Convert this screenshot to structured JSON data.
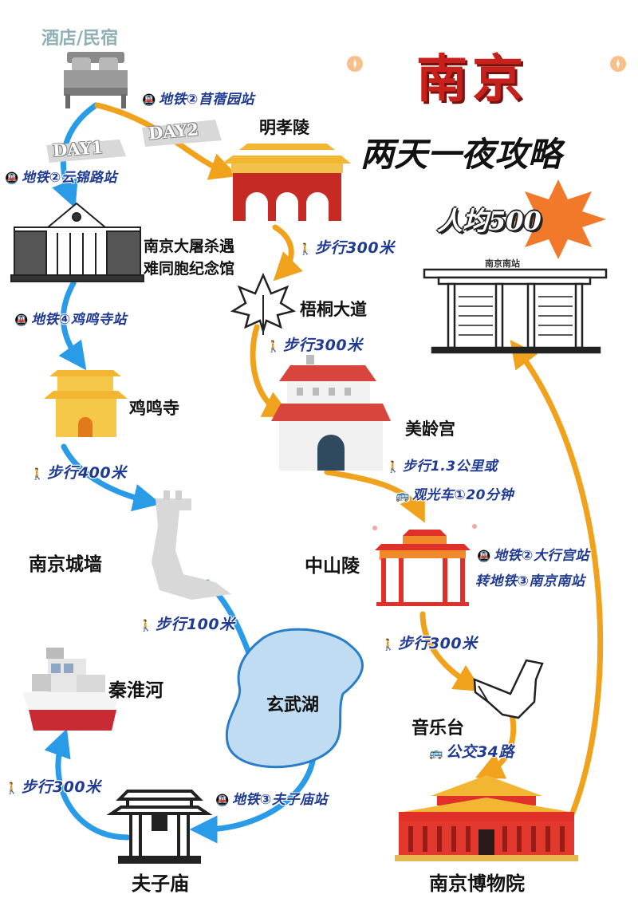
{
  "title": {
    "main": "南京",
    "sub": "两天一夜攻略",
    "budget": "人均500"
  },
  "day_tags": {
    "day1": "DAY1",
    "day2": "DAY2"
  },
  "places": {
    "hotel": "酒店/民宿",
    "mingxiaoling": "明孝陵",
    "memorial_line1": "南京大屠杀遇",
    "memorial_line2": "难同胞纪念馆",
    "wutong": "梧桐大道",
    "jiming": "鸡鸣寺",
    "meiling": "美龄宫",
    "wall": "南京城墙",
    "zhongshan": "中山陵",
    "qinhuai": "秦淮河",
    "xuanwu": "玄武湖",
    "yinyuetai": "音乐台",
    "fuzimiao": "夫子庙",
    "museum": "南京博物院",
    "station_sign": "南京南站"
  },
  "routes": {
    "r1": "地铁②苜蓿园站",
    "r2": "地铁②云锦路站",
    "r3": "步行300米",
    "r4": "地铁④鸡鸣寺站",
    "r5": "步行300米",
    "r6": "步行400米",
    "r7a": "步行1.3公里或",
    "r7b": "观光车①20分钟",
    "r8a": "地铁②大行宫站",
    "r8b": "转地铁③南京南站",
    "r9": "步行100米",
    "r10": "步行300米",
    "r11": "公交34路",
    "r12": "步行300米",
    "r13": "地铁③夫子庙站"
  },
  "icons": {
    "metro": "metro-icon",
    "walk": "walk-icon",
    "bus": "bus-icon"
  },
  "colors": {
    "blue_route": "#2a9be6",
    "orange_route": "#f0a21c",
    "title_red": "#c8201a",
    "label_blue": "#1f3a93"
  }
}
